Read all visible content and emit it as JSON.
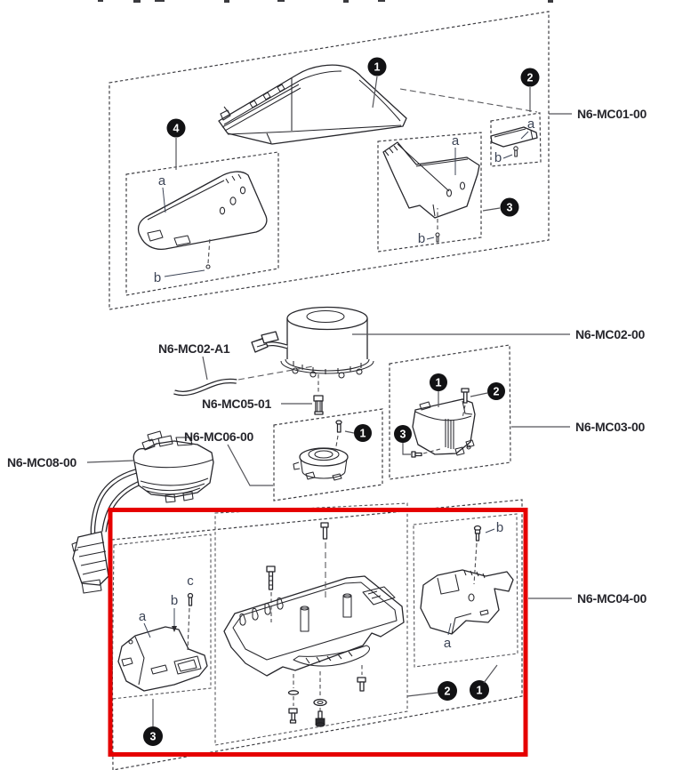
{
  "figure": {
    "kind": "exploded-parts-diagram",
    "highlight_box_color": "#e60000",
    "line_color": "#26262b",
    "background": "#ffffff"
  },
  "part_labels": {
    "mc01": "N6-MC01-00",
    "mc02": "N6-MC02-00",
    "mc02_a1": "N6-MC02-A1",
    "mc03": "N6-MC03-00",
    "mc04": "N6-MC04-00",
    "mc05": "N6-MC05-01",
    "mc06": "N6-MC06-00",
    "mc08": "N6-MC08-00"
  },
  "callout_numbers": {
    "n1": "1",
    "n2": "2",
    "n3": "3",
    "n4": "4"
  },
  "reference_letters": {
    "a": "a",
    "b": "b",
    "c": "c"
  }
}
